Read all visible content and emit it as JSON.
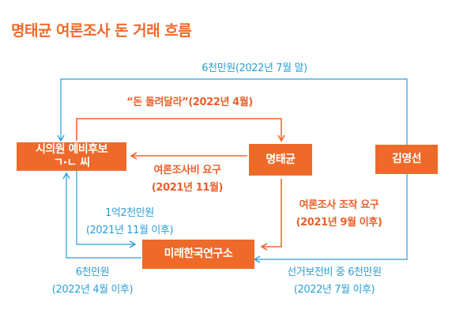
{
  "title": "명태균 여론조사 돈 거래 흐름",
  "nodes": {
    "council": {
      "line1": "시의원 예비후보",
      "line2": "ㄱ·ㄴ 씨"
    },
    "myung": "명태균",
    "kim": "김영선",
    "future": "미래한국연구소"
  },
  "edges": {
    "top": "6천만원(2022년 7월 말)",
    "return_money": "“돈 돌려달라”(2022년 4월)",
    "poll_fee": {
      "line1": "여론조사비 요구",
      "line2": "(2021년 11월)"
    },
    "poll_manip": {
      "line1": "여론조사 조작 요구",
      "line2": "(2021년 9월 이후)"
    },
    "loan": {
      "line1": "1억2천만원",
      "line2": "(2021년 11월 이후)"
    },
    "six_back": {
      "line1": "6천만원",
      "line2": "(2022년 4월 이후)"
    },
    "campaign": {
      "line1": "선거보전비 중 6천만원",
      "line2": "(2022년 7월 이후)"
    }
  },
  "colors": {
    "orange": "#ee6a2a",
    "blue": "#2aa0d6"
  }
}
